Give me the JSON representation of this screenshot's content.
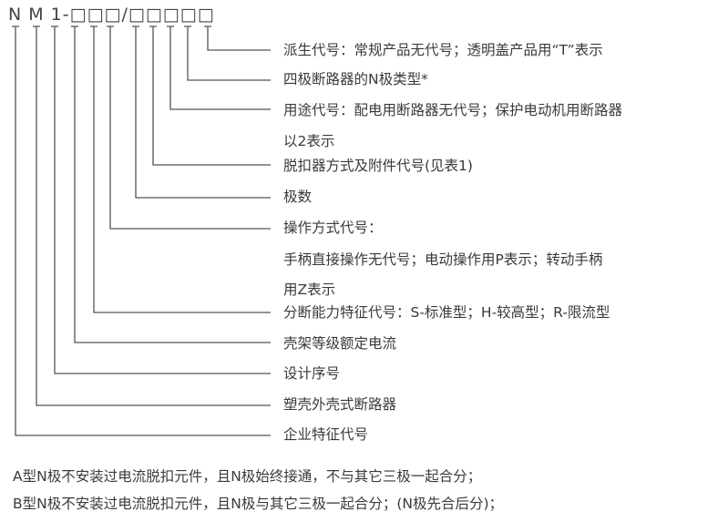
{
  "code": "N M 1-□□□/□□□□□",
  "labels": [
    "派生代号：常规产品无代号；透明盖产品用“T”表示",
    "四极断路器的N极类型*",
    "用途代号：配电用断路器无代号；保护电动机用断路器",
    "以2表示",
    "脱扣器方式及附件代号(见表1)",
    "极数",
    "操作方式代号：",
    "手柄直接操作无代号；电动操作用P表示；转动手柄",
    "用Z表示",
    "分断能力特征代号：S-标准型；H-较高型；R-限流型",
    "壳架等级额定电流",
    "设计序号",
    "塑壳外壳式断路器",
    "企业特征代号"
  ],
  "notes": [
    "A型N极不安装过电流脱扣元件，且N极始终接通，不与其它三极一起合分；",
    "B型N极不安装过电流脱扣元件，且N极与其它三极一起合分；(N极先合后分)；"
  ],
  "colors": {
    "line": "#555555",
    "text": "#3a3a3a"
  }
}
